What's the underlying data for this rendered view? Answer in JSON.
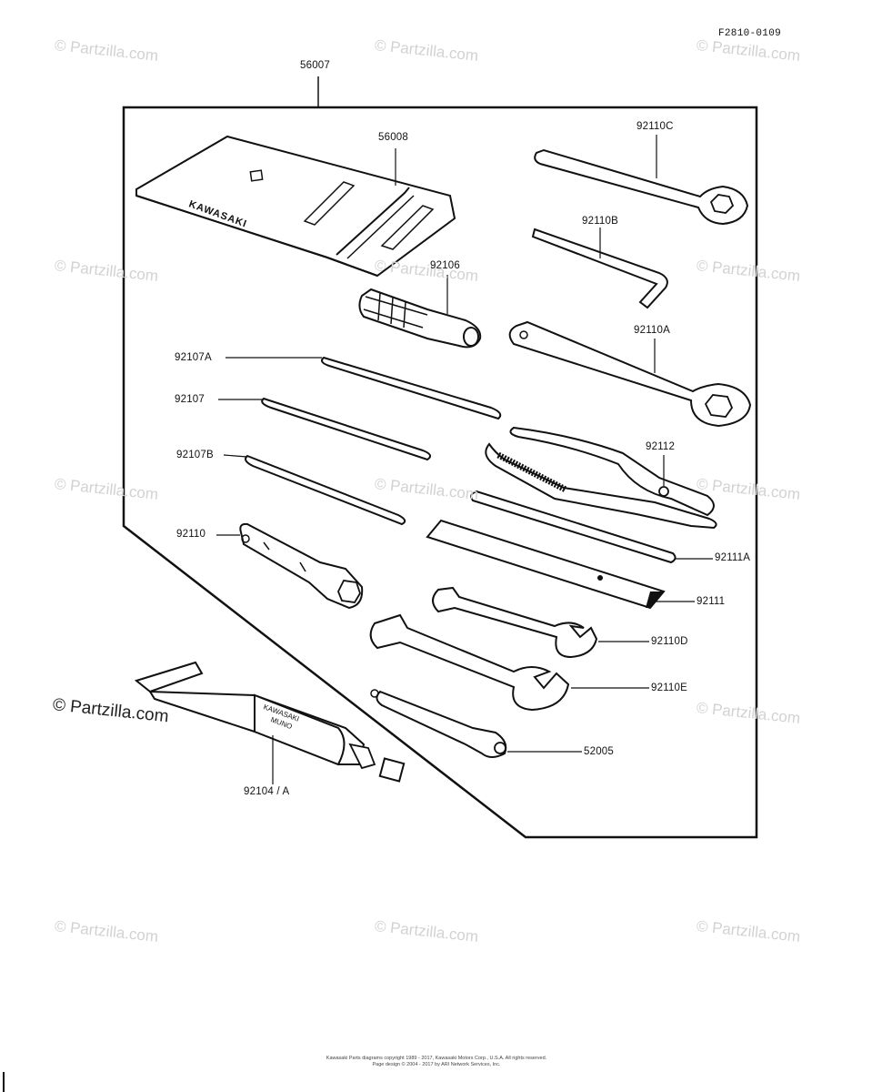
{
  "diagram_code": "F2810-0109",
  "watermark": {
    "text": "© Partzilla.com",
    "main_text": "© Partzilla.com"
  },
  "parts": {
    "p56007": "56007",
    "p56008": "56008",
    "p92110C": "92110C",
    "p92110B": "92110B",
    "p92106": "92106",
    "p92110A": "92110A",
    "p92107A": "92107A",
    "p92107": "92107",
    "p92112": "92112",
    "p92107B": "92107B",
    "p92110": "92110",
    "p92111A": "92111A",
    "p92111": "92111",
    "p92110D": "92110D",
    "p92110E": "92110E",
    "p52005": "52005",
    "p92104A": "92104 / A"
  },
  "bag_brand": "KAWASAKI",
  "tube_text_line1": "KAWASAKI",
  "tube_text_line2": "MUNO",
  "footer": {
    "line1": "Kawasaki Parts diagrams copyright 1989 - 2017, Kawasaki Motors Corp., U.S.A. All rights reserved.",
    "line2": "Page design © 2004 - 2017 by ARI Network Services, Inc."
  }
}
